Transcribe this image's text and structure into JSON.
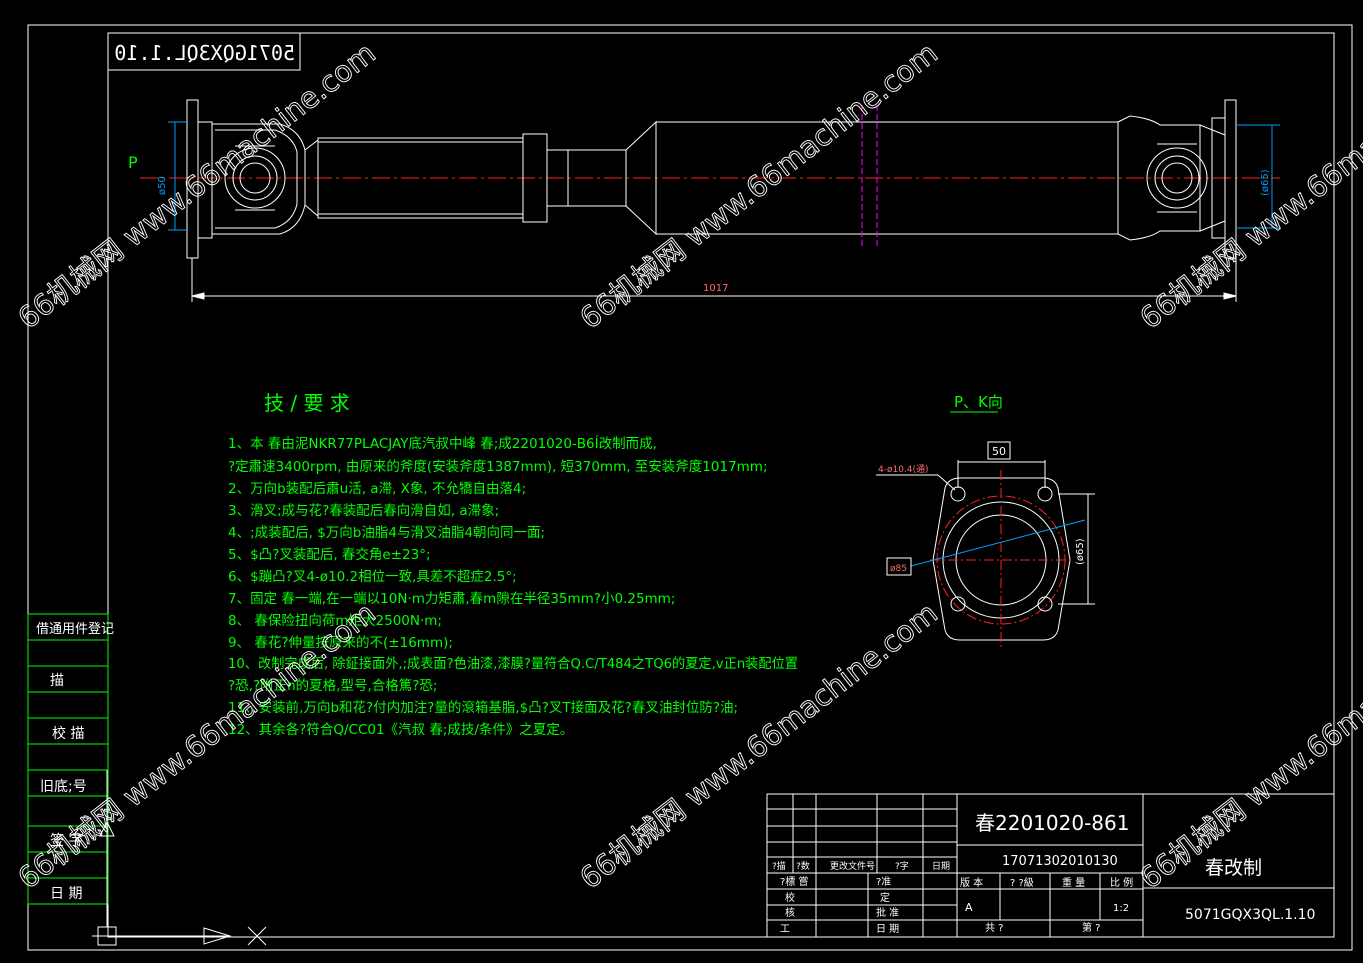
{
  "drawing": {
    "number_mirrored": "5071GQX3QL.1.10",
    "view_label": "P",
    "dim_length": "1017",
    "dim_left_dia": "ø50",
    "dim_right_dia": "(ø65)"
  },
  "tech": {
    "heading": "技 / 要 求",
    "lines": [
      "1、本 春由泥NKR77PLACJAY底汽叔中峰 春;成2201020-B6Í改制而成,",
      "   ?定肅速3400rpm, 由原来的斧度(安装斧度1387mm), 短370mm, 至安装斧度1017mm;",
      "2、万向b装配后肅u活, a滞, X象, 不允犞自由落4;",
      "3、滑叉;成与花?春装配后春向滑自如, a滞象;",
      "4、;成装配后, $万向b油脂4与滑叉油脂4朝向同一面;",
      "5、$凸?叉装配后, 春交角e±23°;",
      "6、$蹦凸?叉4-ø10.2相位一致,具差不超症2.5°;",
      "7、固定 春一端,在一端以10N·m力矩肅,春m隙在半径35mm?小0.25mm;",
      "8、 春保险扭向荷m矩大2500N·m;",
      "9、 春花?伸量按原来的不(±16mm);",
      "10、改制完成后, 除鉦接面外,;成表面?色油漆,漆膜?量符合Q.C/T484之TQ6的夏定,v正n装配位置",
      "   ?恐,?附正n的夏格,型号,合格篤?恐;",
      "11、安装前,万向b和花?付内加注?量的滾箱基脂,$凸?叉T接面及花?春叉油封位防?油;",
      "12、其余各?符合Q/CC01《汽叔 春;成技/条件》之夏定。"
    ]
  },
  "view_p": {
    "title": "P、K向",
    "dim_50": "50",
    "hole_label": "4-ø10.4(通)",
    "dia_85": "ø85",
    "dim_65": "(ø65)"
  },
  "left_strip": {
    "cells": [
      "借通用件登记",
      "描",
      "校 描",
      "旧底;号",
      "签 字",
      "日 期"
    ]
  },
  "title_block": {
    "part_no": "春2201020-861",
    "serial": "17071302010130",
    "name": "春改制",
    "drawing_no": "5071GQX3QL.1.10",
    "rev_header": [
      "?描",
      "?数",
      "更改文件号",
      "?字",
      "日期"
    ],
    "roles": [
      "?標 嘗",
      "校",
      "核",
      "工"
    ],
    "roles2": [
      "?准",
      "定",
      "批 准",
      "日 期"
    ],
    "attr_header": [
      "版 本",
      "? ?級",
      "重 量",
      "比 例"
    ],
    "stage": "A",
    "scale": "1:2",
    "sheet_total": "共  ?",
    "sheet_no": "第  ?"
  },
  "watermarks": [
    "66机械网 www.66machine.com",
    "66机械网 www.66machine.com",
    "66机械网 www.66machine.com",
    "66机械网 www.66machine.com",
    "66机械网 www.66machine.com",
    "66机械网 www.66machine.com"
  ],
  "colors": {
    "frame": "#ffffff",
    "table": "#00ff00",
    "text": "#00ff00",
    "center": "#ff2020",
    "hidden": "#ff00ff",
    "dim": "#00a0ff"
  }
}
